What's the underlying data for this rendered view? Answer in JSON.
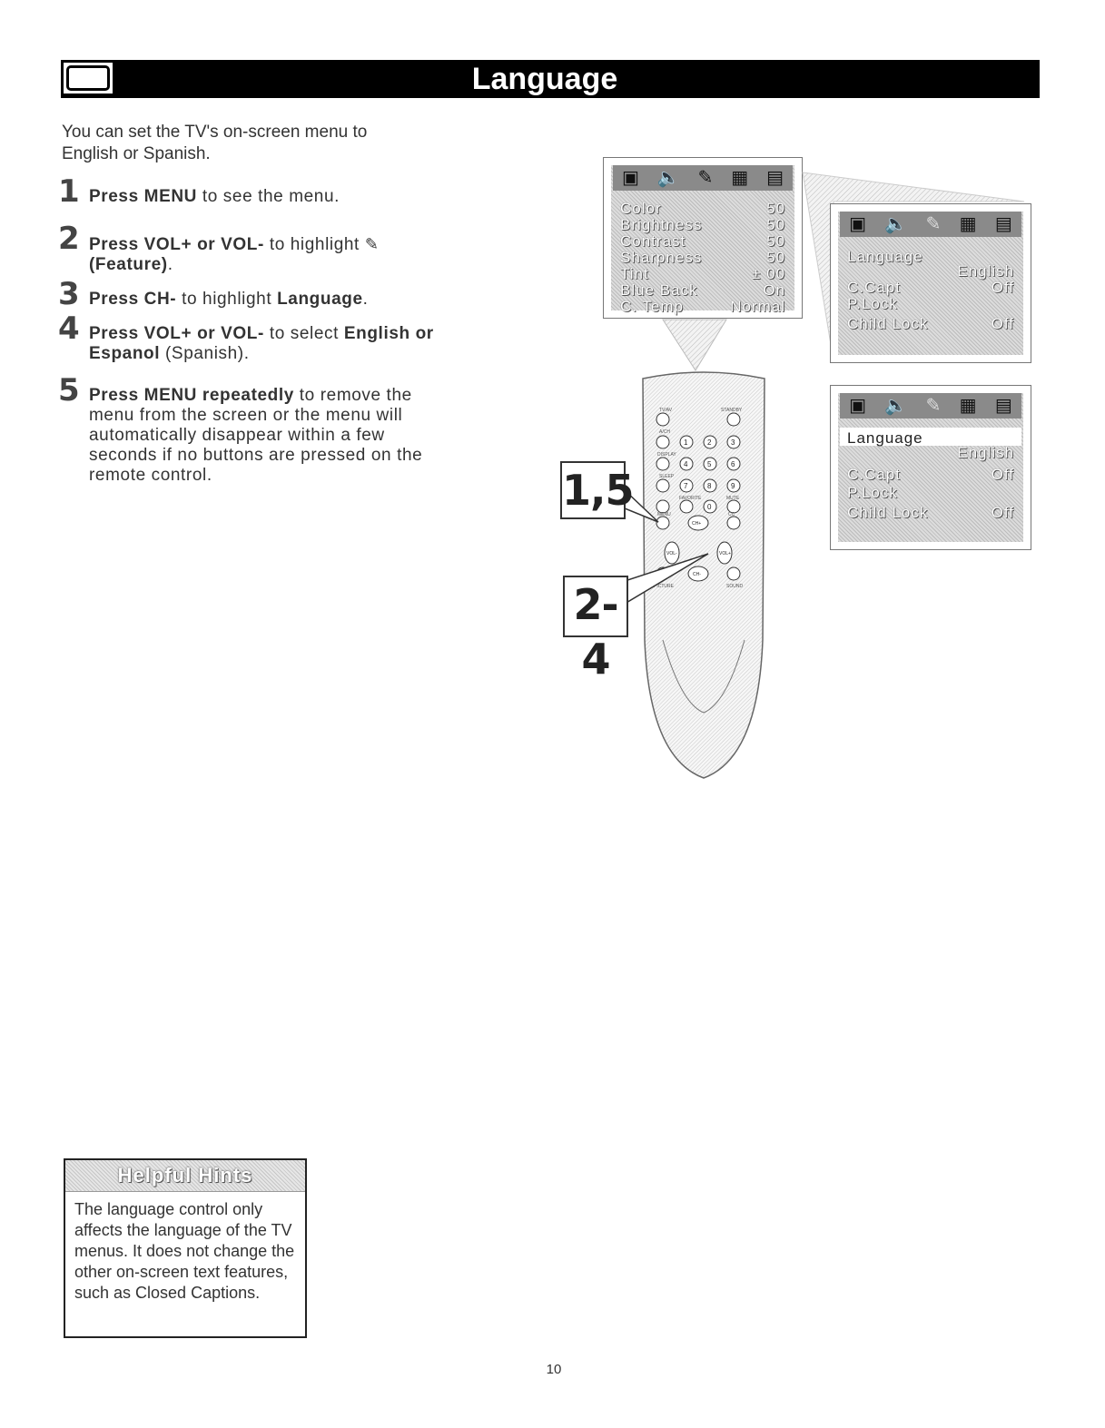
{
  "header": {
    "title": "Language",
    "icon": "tv-icon"
  },
  "intro": "You can set the TV's on-screen menu to English or Spanish.",
  "steps": [
    {
      "number": "1",
      "bold": "Press MENU",
      "rest": " to see the menu."
    },
    {
      "number": "2",
      "bold": "Press VOL+ or VOL-",
      "rest": " to highlight ",
      "icon": "feature-icon",
      "bold2": "(Feature)",
      "rest2": "."
    },
    {
      "number": "3",
      "bold": "Press CH-",
      "rest": " to highlight ",
      "bold2": "Language",
      "rest2": "."
    },
    {
      "number": "4",
      "bold": "Press VOL+ or VOL-",
      "rest": " to select ",
      "bold2": "English or Espanol",
      "rest2": " (Spanish)."
    },
    {
      "number": "5",
      "bold": "Press MENU repeatedly",
      "rest": " to remove the menu from the screen or the menu will automatically disappear within a few seconds if no buttons are pressed on the remote control."
    }
  ],
  "menu_main": {
    "rows": [
      {
        "label": "Color",
        "value": "50"
      },
      {
        "label": "Brightness",
        "value": "50"
      },
      {
        "label": "Contrast",
        "value": "50"
      },
      {
        "label": "Sharpness",
        "value": "50"
      },
      {
        "label": "Tint",
        "value": "± 00"
      },
      {
        "label": "Blue Back",
        "value": "On"
      },
      {
        "label": "C. Temp",
        "value": "Normal"
      }
    ]
  },
  "menu_feature": {
    "rows": [
      {
        "label": "Language",
        "value": ""
      },
      {
        "label": "",
        "value": "English"
      },
      {
        "label": "C.Capt",
        "value": "Off"
      },
      {
        "label": "P.Lock",
        "value": ""
      },
      {
        "label": "Child Lock",
        "value": "Off"
      }
    ]
  },
  "menu_feature_selected": {
    "rows": [
      {
        "label": "Language",
        "value": ""
      },
      {
        "label": "",
        "value": "English"
      },
      {
        "label": "C.Capt",
        "value": "Off"
      },
      {
        "label": "P.Lock",
        "value": ""
      },
      {
        "label": "Child Lock",
        "value": "Off"
      }
    ]
  },
  "remote": {
    "labels": {
      "tv_av": "TV/AV",
      "standby": "STANDBY",
      "display": "DISPLAY",
      "sleep": "SLEEP",
      "menu": "MENU",
      "ch_up": "CH+",
      "ch_down": "CH-",
      "vol_down": "VOL-",
      "vol_up": "VOL+",
      "picture": "PICTURE",
      "sound": "SOUND",
      "mute": "MUTE",
      "favorite": "FAVORITE"
    },
    "digits": [
      "1",
      "2",
      "3",
      "4",
      "5",
      "6",
      "7",
      "8",
      "9",
      "0"
    ]
  },
  "callouts": {
    "a": "1,5",
    "b": "2-4"
  },
  "hints": {
    "title": "Helpful Hints",
    "body": "The language control only affects the language of the TV menus. It does not change the other on-screen text features, such as Closed Captions."
  },
  "page_number": "10"
}
